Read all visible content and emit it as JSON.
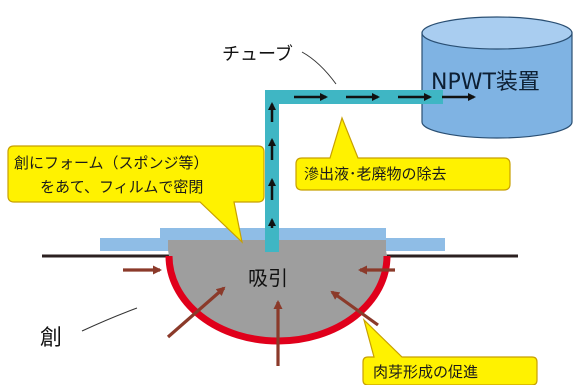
{
  "labels": {
    "tube": "チューブ",
    "device": "NPWT装置",
    "foam_callout_line1": "創にフォーム（スポンジ等）",
    "foam_callout_line2": "をあて、フィルムで密閉",
    "exudate_callout": "滲出液･老廃物の除去",
    "suction": "吸引",
    "wound": "創",
    "granulation_callout": "肉芽形成の促進"
  },
  "colors": {
    "tube": "#3fb6c4",
    "device_body": "#7fb3e3",
    "device_top": "#a9cdf0",
    "film": "#8fbde6",
    "foam": "#9e9e9e",
    "wound_rim": "#e0001b",
    "skin_line": "#2b2020",
    "inward_arrow": "#8b3a2a",
    "callout_fill": "#fff200",
    "callout_stroke": "#c8a000",
    "flow_arrow": "#111111"
  }
}
